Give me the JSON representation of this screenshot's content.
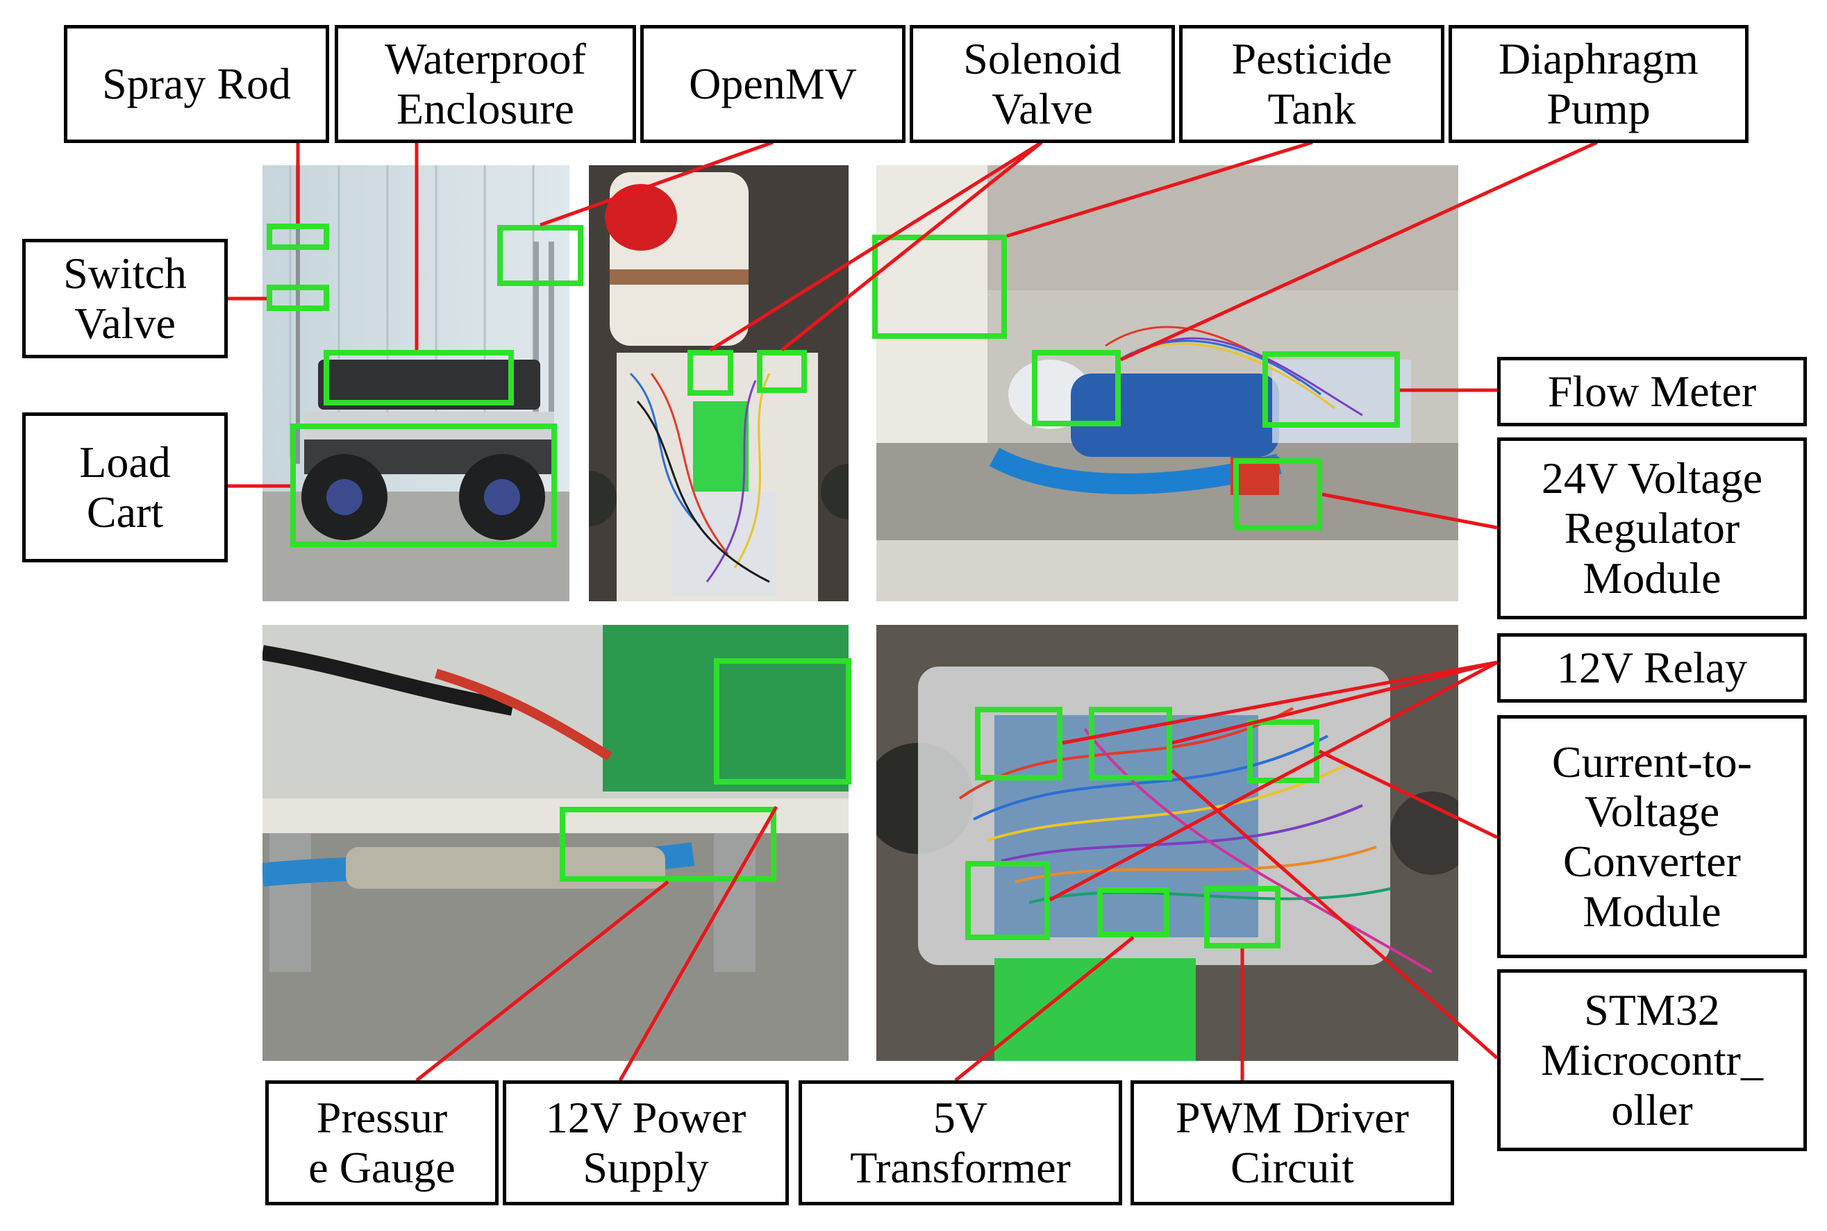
{
  "labels": {
    "spray_rod": "Spray Rod",
    "waterproof_enclosure": "Waterproof\nEnclosure",
    "openmv": "OpenMV",
    "solenoid_valve": "Solenoid\nValve",
    "pesticide_tank": "Pesticide\nTank",
    "diaphragm_pump": "Diaphragm\nPump",
    "switch_valve": "Switch\nValve",
    "load_cart": "Load\nCart",
    "flow_meter": "Flow Meter",
    "voltage_regulator": "24V Voltage\nRegulator\nModule",
    "relay": "12V Relay",
    "converter": "Current-to-\nVoltage\nConverter\nModule",
    "stm32": "STM32\nMicrocontr_\noller",
    "pressure_gauge": "Pressur\ne Gauge",
    "power_supply": "12V Power\nSupply",
    "transformer": "5V\nTransformer",
    "pwm_driver": "PWM Driver\nCircuit"
  },
  "colors": {
    "highlight": "#2fe02a",
    "leader": "#e8161b",
    "label_border": "#000000"
  }
}
